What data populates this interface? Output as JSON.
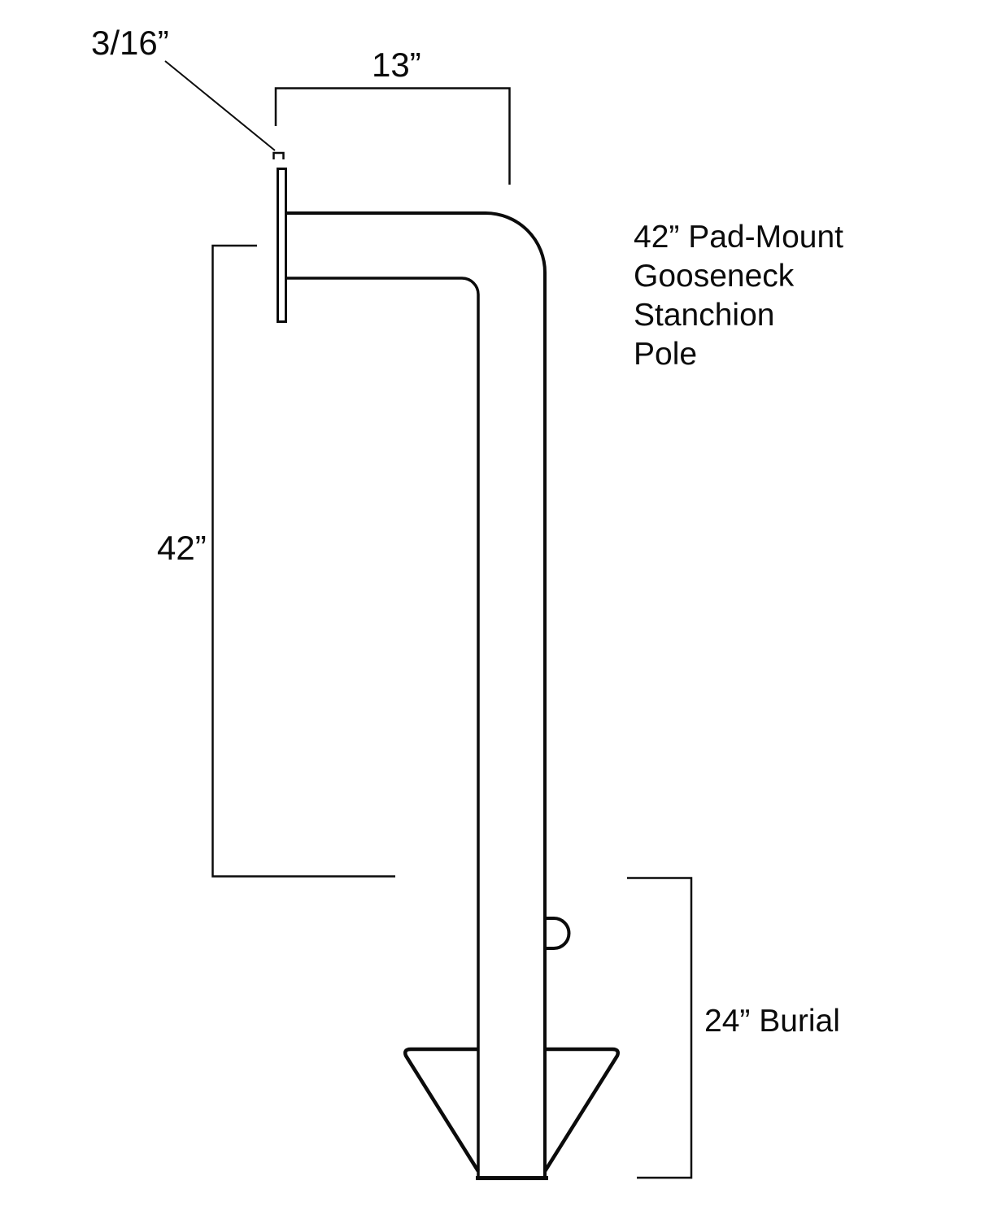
{
  "diagram": {
    "title": "42” Pad-Mount\nGooseneck\nStanchion\nPole",
    "labels": {
      "plate_thickness": "3/16”",
      "gooseneck_reach": "13”",
      "pole_height": "42”",
      "burial_depth": "24” Burial"
    },
    "colors": {
      "line": "#0b0b0b",
      "background": "#ffffff"
    }
  }
}
